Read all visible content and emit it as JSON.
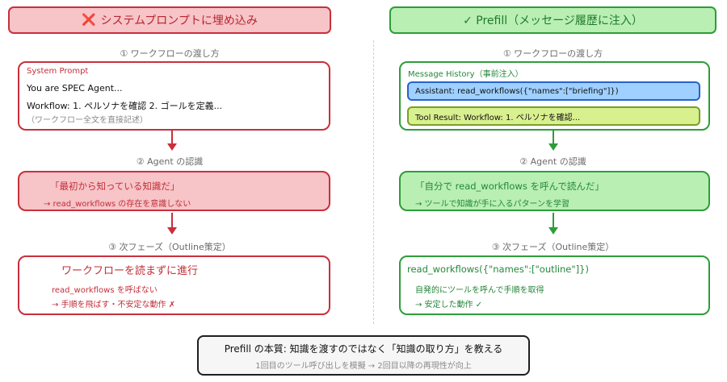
{
  "left": {
    "header_icon": "❌",
    "header_title": "システムプロンプトに埋め込み",
    "step1": "① ワークフローの渡し方",
    "box1": {
      "label": "System Prompt",
      "line1": "You are SPEC Agent...",
      "line2": "Workflow: 1. ペルソナを確認 2. ゴールを定義...",
      "line3": "（ワークフロー全文を直接記述）"
    },
    "step2": "② Agent の認識",
    "box2": {
      "line1": "「最初から知っている知識だ」",
      "line2": "→ read_workflows の存在を意識しない"
    },
    "step3": "③ 次フェーズ（Outline策定）",
    "box3": {
      "line1": "ワークフローを読まずに進行",
      "line2": "read_workflows を呼ばない",
      "line3": "→ 手順を飛ばす・不安定な動作 ✗"
    }
  },
  "right": {
    "header_title": "✓ Prefill（メッセージ履歴に注入）",
    "step1": "① ワークフローの渡し方",
    "box1": {
      "label": "Message History（事前注入）",
      "assistant": "Assistant: read_workflows({\"names\":[\"briefing\"]})",
      "tool_result": "Tool Result: Workflow: 1. ペルソナを確認..."
    },
    "step2": "② Agent の認識",
    "box2": {
      "line1": "「自分で read_workflows を呼んで読んだ」",
      "line2": "→ ツールで知識が手に入るパターンを学習"
    },
    "step3": "③ 次フェーズ（Outline策定）",
    "box3": {
      "line1": "read_workflows({\"names\":[\"outline\"]})",
      "line2": "自発的にツールを呼んで手順を取得",
      "line3": "→ 安定した動作 ✓"
    }
  },
  "footer": {
    "title": "Prefill の本質: 知識を渡すのではなく「知識の取り方」を教える",
    "subtitle": "1回目のツール呼び出しを模擬 → 2回目以降の再現性が向上"
  },
  "colors": {
    "red_accent": "#c8303c",
    "red_fill": "#f7c4c8",
    "green_accent": "#2e9d3a",
    "green_fill": "#b9efb3",
    "blue_fill": "#9fd0ff",
    "lime_fill": "#d9f08f"
  }
}
